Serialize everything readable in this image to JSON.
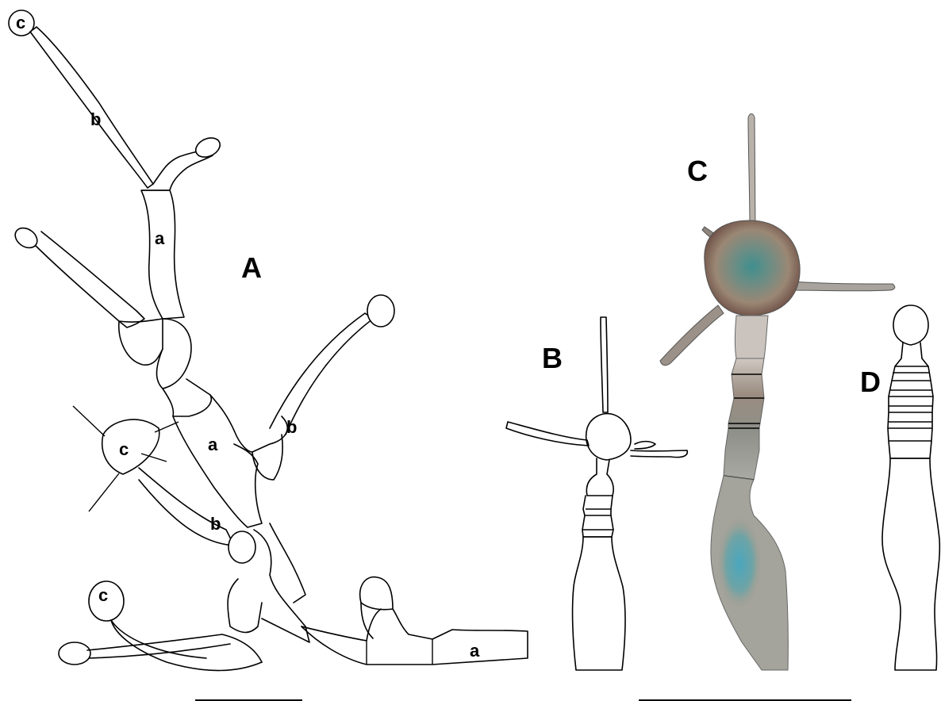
{
  "panels": {
    "A": "A",
    "B": "B",
    "C": "C",
    "D": "D"
  },
  "cell_labels": {
    "a1": "a",
    "a2": "a",
    "a3": "a",
    "b1": "b",
    "b2": "b",
    "b3": "b",
    "c1": "c",
    "c2": "c",
    "c3": "c"
  },
  "colors": {
    "outline": "#000000",
    "head_brown": "#7a5c4a",
    "head_teal": "#4f8a88",
    "stalk_gray": "#8f8a86",
    "stalk_tan": "#9c8a78",
    "spot_blue": "#5fa8b8"
  }
}
